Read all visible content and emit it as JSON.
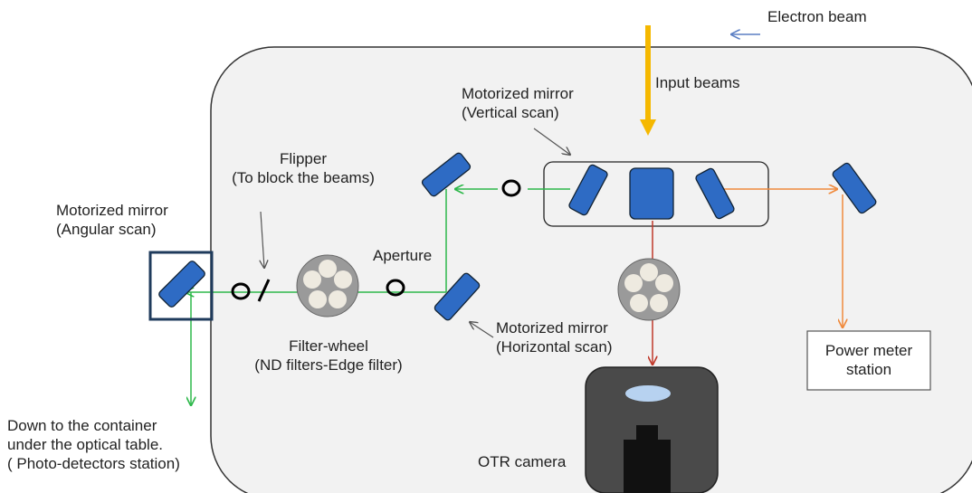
{
  "labels": {
    "electron_beam": "Electron beam",
    "input_beams": "Input beams",
    "motorized_mirror_vertical": [
      "Motorized mirror",
      "(Vertical scan)"
    ],
    "flipper": [
      "Flipper",
      "(To block the beams)"
    ],
    "motorized_mirror_angular": [
      "Motorized mirror",
      "(Angular scan)"
    ],
    "aperture": "Aperture",
    "motorized_mirror_horizontal": [
      "Motorized mirror",
      "(Horizontal scan)"
    ],
    "filter_wheel": [
      "Filter-wheel",
      "(ND filters-Edge filter)"
    ],
    "power_meter": [
      "Power meter",
      "station"
    ],
    "down_to_container": [
      "Down to the container",
      "under the optical table.",
      "( Photo-detectors station)"
    ],
    "otr_camera": "OTR camera"
  },
  "colors": {
    "green_beam": "#2db84a",
    "orange_beam": "#f08a3c",
    "red_beam": "#c0392b",
    "yellow_beam": "#f5b800",
    "blue_arrow": "#5b7fc4",
    "mirror_blue": "#2e6bc4",
    "table_fill": "#f2f2f2",
    "camera_fill": "#4a4a4a",
    "highlight_box": "#1f3b5c"
  }
}
